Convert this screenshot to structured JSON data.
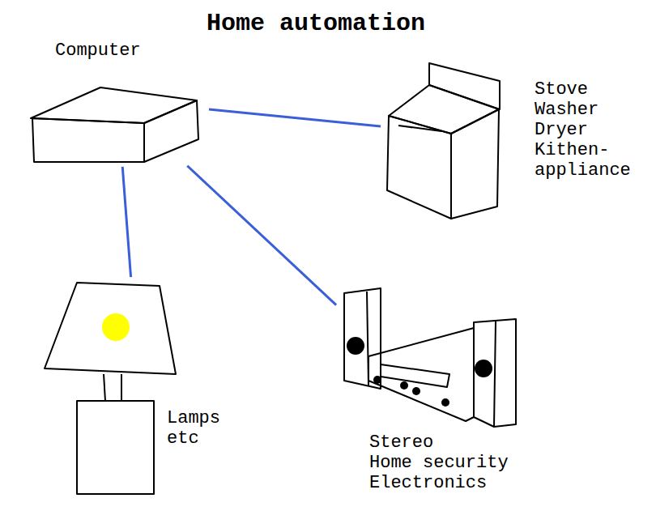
{
  "diagram": {
    "title": "Home automation",
    "nodes": [
      {
        "text": [
          "Computer"
        ]
      },
      {
        "text": [
          "Stove",
          "Washer",
          "Dryer",
          "Kithen- appliance"
        ]
      },
      {
        "text": [
          "Lamps etc"
        ]
      },
      {
        "text": [
          "Stereo",
          "Home security",
          "Electronics"
        ]
      }
    ],
    "edges": [
      {
        "from": 0,
        "to": 1,
        "arrow": "none"
      },
      {
        "from": 0,
        "to": 2,
        "arrow": "none"
      },
      {
        "from": 0,
        "to": 3,
        "arrow": "none"
      }
    ]
  }
}
